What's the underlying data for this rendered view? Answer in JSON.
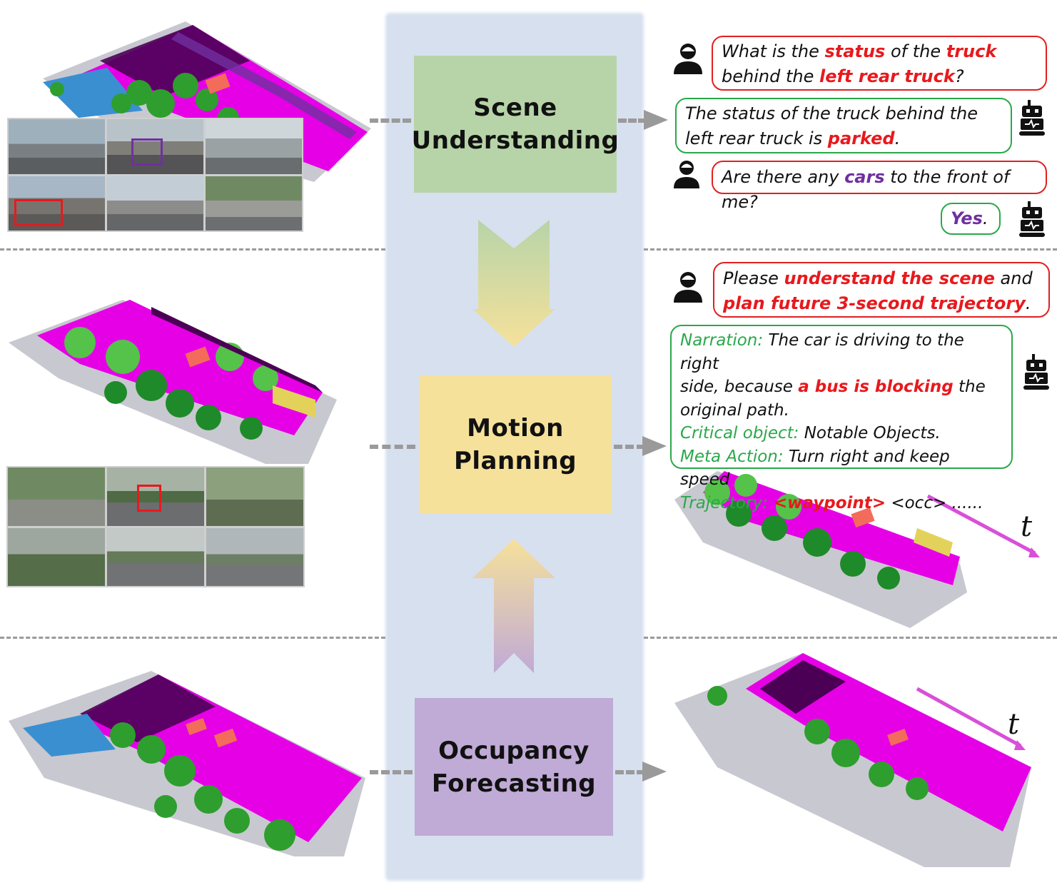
{
  "stages": [
    {
      "id": "scene",
      "line1": "Scene",
      "line2": "Understanding",
      "color": "#b7d4a8"
    },
    {
      "id": "motion",
      "line1": "Motion",
      "line2": "Planning",
      "color": "#f6e19b"
    },
    {
      "id": "occupancy",
      "line1": "Occupancy",
      "line2": "Forecasting",
      "color": "#c0aad6"
    }
  ],
  "dialog_scene": {
    "q1": {
      "p1": "What is the ",
      "h1": "status",
      "p2": " of the ",
      "h2": "truck",
      "p3": "behind the ",
      "h3": "left rear truck",
      "p4": "?"
    },
    "a1": {
      "p1": "The status of the truck behind the",
      "p2": "left rear truck is ",
      "h1": "parked",
      "p3": "."
    },
    "q2": {
      "p1": "Are there any ",
      "h1": "cars",
      "p2": " to the front of me?"
    },
    "a2": {
      "h1": "Yes",
      "p1": "."
    }
  },
  "dialog_motion": {
    "q": {
      "p1": "Please ",
      "h1": "understand the scene",
      "p2": " and",
      "h2": "plan future 3-second trajectory",
      "p3": "."
    },
    "a": {
      "narr_label": "Narration:",
      "narr_1": " The car is driving to the right",
      "narr_2a": "side, because ",
      "narr_2h": "a bus is blocking",
      "narr_2b": " the",
      "narr_3": "original path.",
      "crit_label": "Critical object:",
      "crit_val": " Notable Objects.",
      "meta_label": "Meta Action:",
      "meta_val": " Turn right and keep speed",
      "traj_label": "Trajectory:",
      "traj_wp": " <waypoint>",
      "traj_rest": " <occ> ......"
    }
  },
  "time_label": "t",
  "colors": {
    "road": "#e600e6",
    "vegetation": "#2e9e2e",
    "building": "#c8c8d0",
    "sidewalk": "#4b0055",
    "highlight_red": "#e8191d",
    "ego": "#7030a0"
  }
}
